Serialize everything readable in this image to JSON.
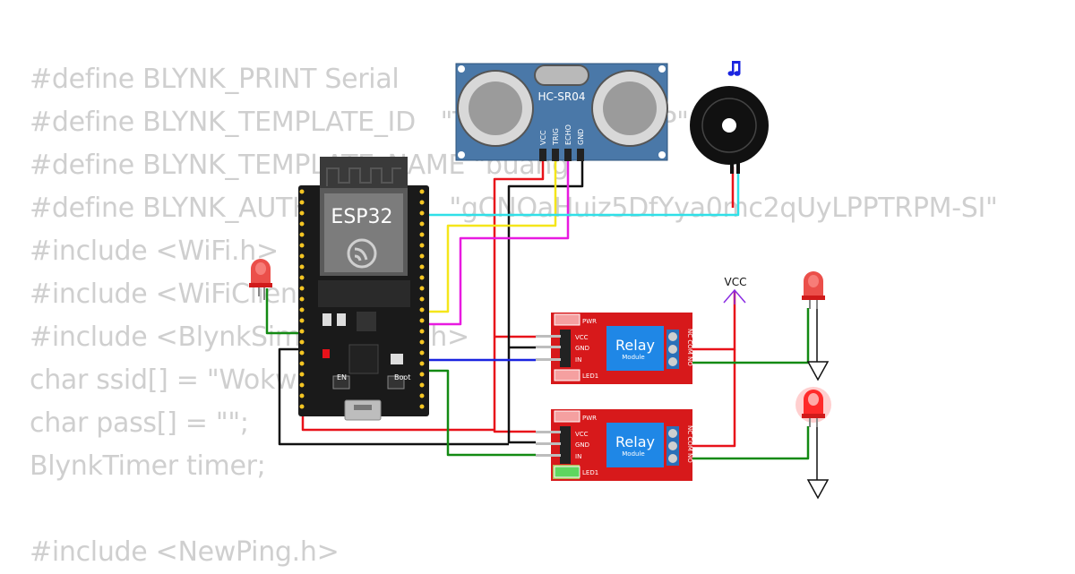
{
  "code_lines": [
    "#define BLYNK_PRINT Serial",
    "#define BLYNK_TEMPLATE_ID   \"TMPL6Hc8nGcRP\"",
    "#define BLYNK_TEMPLATE_NAME \"buang\"",
    "#define BLYNK_AUTH_TOKEN    \"gCNOaHuiz5DfYya0mc2qUyLPPTRPM-SI\"",
    "#include <WiFi.h>",
    "#include <WiFiClient.h>",
    "#include <BlynkSimpleEsp32.h>",
    "char ssid[] = \"Wokwi-GUEST\";",
    "char pass[] = \"\";",
    "BlynkTimer timer;",
    "",
    "#include <NewPing.h>"
  ],
  "components": {
    "mcu": {
      "label": "ESP32",
      "en_label": "EN",
      "boot_label": "Boot"
    },
    "sensor": {
      "label": "HC-SR04",
      "pins": [
        "VCC",
        "TRIG",
        "ECHO",
        "GND"
      ]
    },
    "relay1": {
      "title": "Relay",
      "subtitle": "Module",
      "pwr": "PWR",
      "led": "LED1",
      "pins": [
        "VCC",
        "GND",
        "IN"
      ],
      "terminals": "NC COM NO"
    },
    "relay2": {
      "title": "Relay",
      "subtitle": "Module",
      "pwr": "PWR",
      "led": "LED1",
      "pins": [
        "VCC",
        "GND",
        "IN"
      ],
      "terminals": "NC COM NO"
    },
    "vcc_label": "VCC",
    "buzzer_note_icon": "music-note-icon"
  },
  "colors": {
    "wire_red": "#e8121a",
    "wire_black": "#111111",
    "wire_yellow": "#f5e61a",
    "wire_magenta": "#e81ae0",
    "wire_cyan": "#2fe0e8",
    "wire_blue": "#1a24e0",
    "wire_green": "#138a13",
    "relay_board": "#d7191b",
    "relay_block": "#1f87e6",
    "sensor_board": "#4a78a8",
    "esp_board": "#1a1a1a"
  }
}
